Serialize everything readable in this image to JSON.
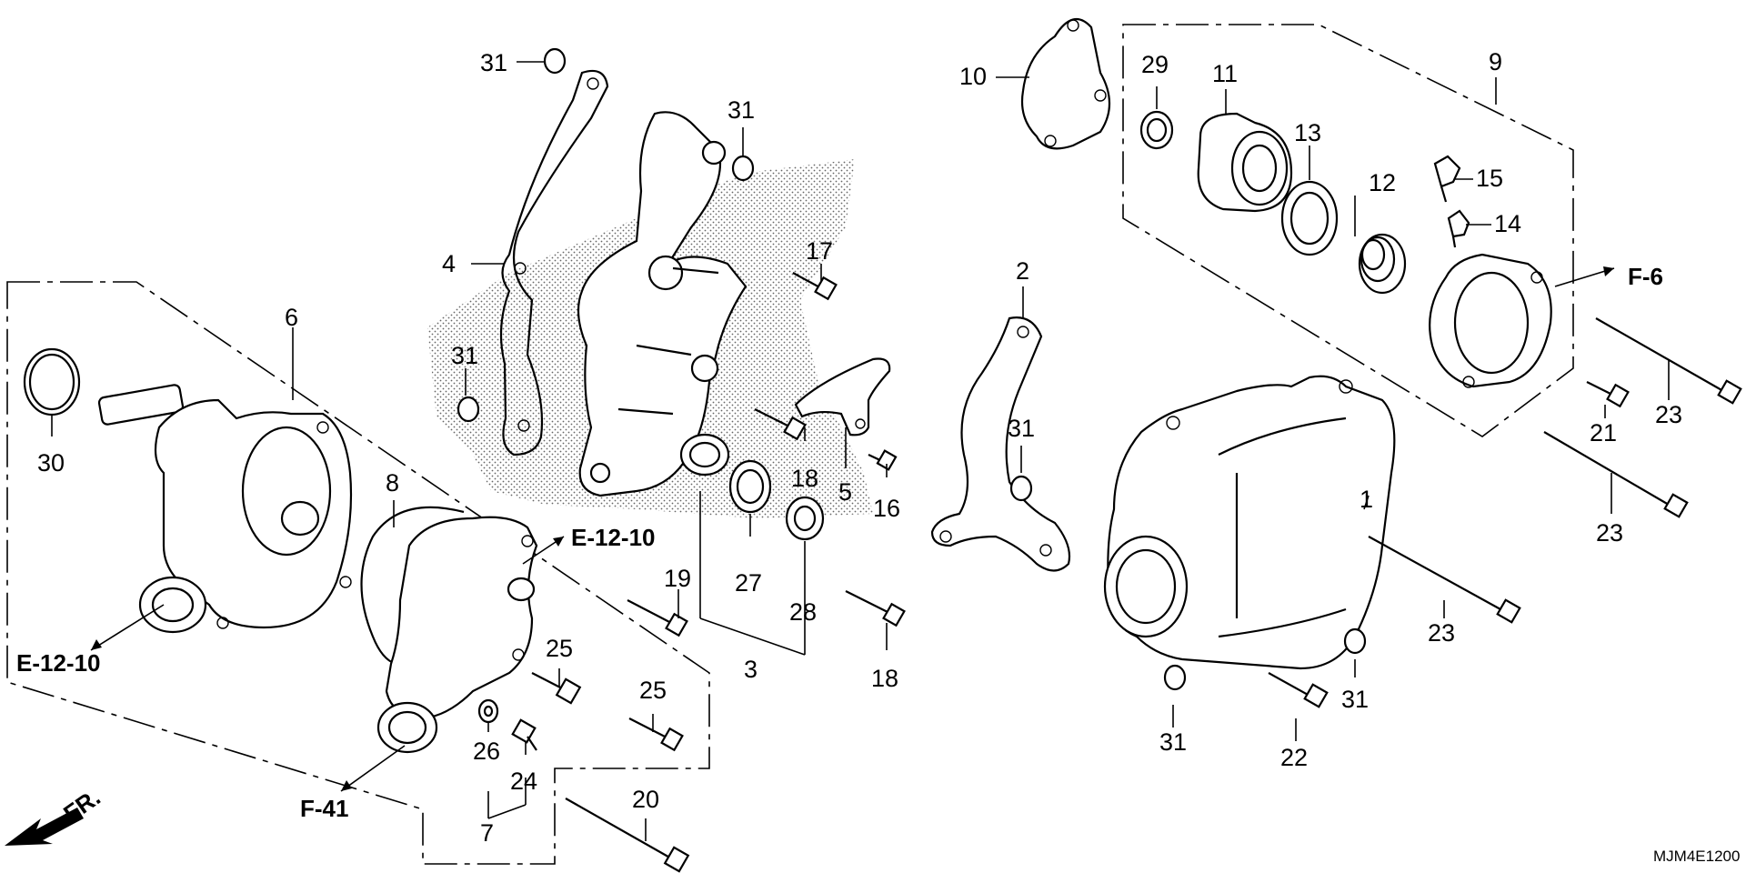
{
  "diagram": {
    "drawing_code": "MJM4E1200",
    "front_marker": "FR.",
    "references": {
      "e12_top": "E-12-10",
      "e12_left": "E-12-10",
      "f6": "F-6",
      "f41": "F-41"
    },
    "callouts": {
      "c31a": "31",
      "c31b": "31",
      "c31c": "31",
      "c31d": "31",
      "c31e": "31",
      "c31f": "31",
      "c4": "4",
      "c17": "17",
      "c18a": "18",
      "c18b": "18",
      "c5": "5",
      "c16": "16",
      "c6": "6",
      "c30": "30",
      "c8": "8",
      "c19": "19",
      "c27": "27",
      "c28": "28",
      "c3": "3",
      "c25a": "25",
      "c25b": "25",
      "c26": "26",
      "c24": "24",
      "c7": "7",
      "c20": "20",
      "c10": "10",
      "c29": "29",
      "c11": "11",
      "c13": "13",
      "c12": "12",
      "c15": "15",
      "c14": "14",
      "c9": "9",
      "c2": "2",
      "c1": "1",
      "c21": "21",
      "c23a": "23",
      "c23b": "23",
      "c23c": "23",
      "c22": "22"
    }
  }
}
